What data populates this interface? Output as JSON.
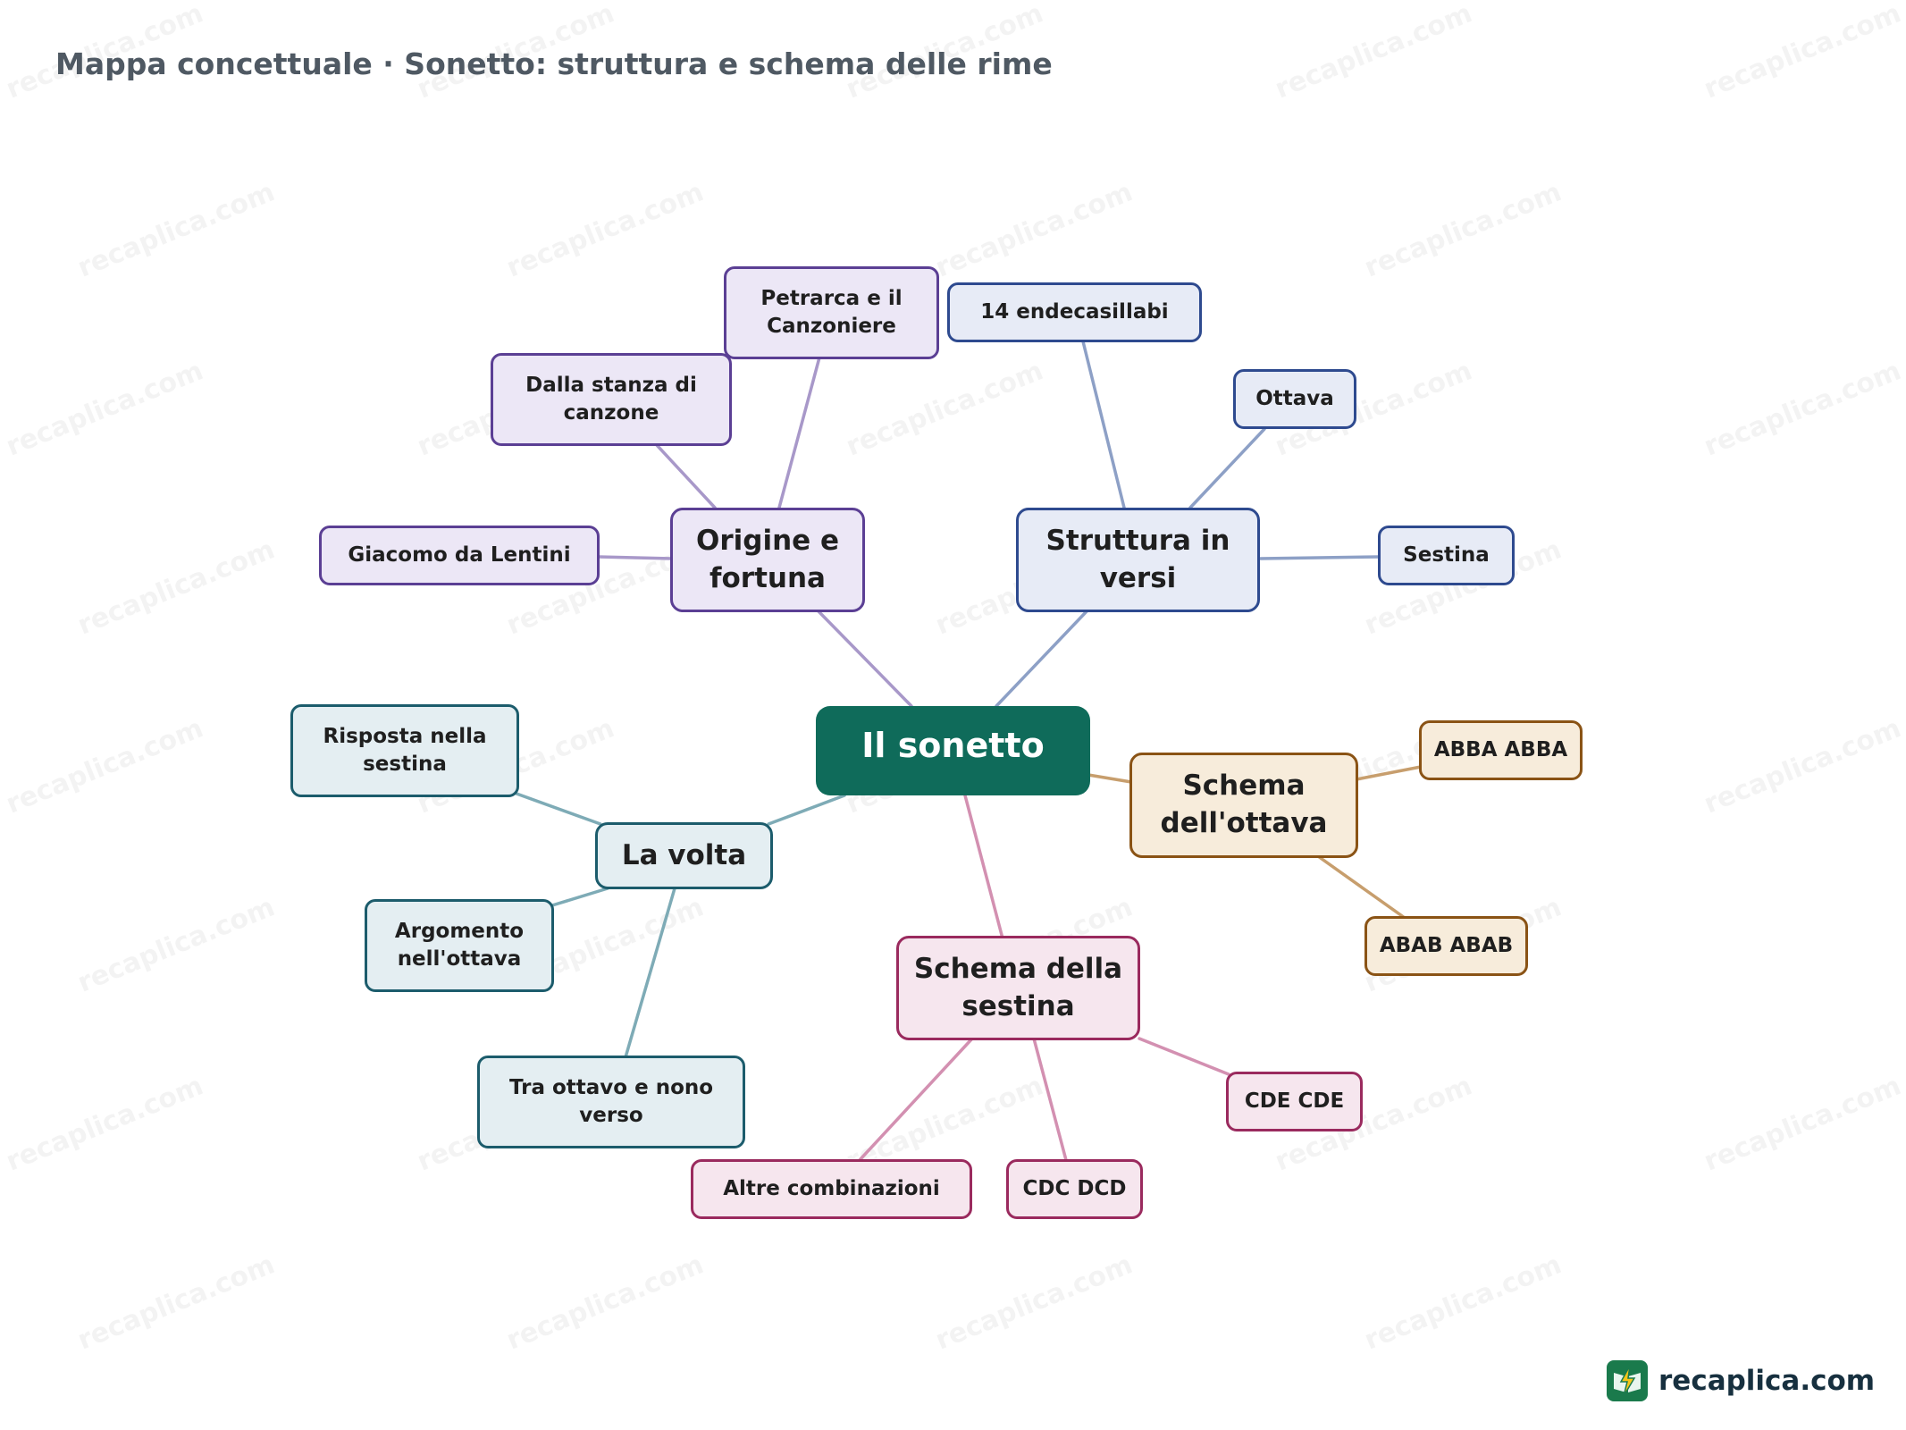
{
  "title": "Mappa concettuale · Sonetto: struttura e schema delle rime",
  "watermark": "recaplica.com",
  "logo": {
    "text": "recaplica.com",
    "accent": "#1a7a4c",
    "bolt": "#f5c518"
  },
  "colors": {
    "root": "#0f6b5a",
    "purple_edge": "#a898c9",
    "blue_edge": "#8da0c6",
    "teal_edge": "#7eabb6",
    "pink_edge": "#d390b1",
    "orange_edge": "#c79e6d"
  },
  "root": {
    "label": "Il sonetto"
  },
  "branches": {
    "origine": {
      "label": "Origine e fortuna",
      "leaves": [
        "Giacomo da Lentini",
        "Dalla stanza di canzone",
        "Petrarca e il Canzoniere"
      ]
    },
    "struttura": {
      "label": "Struttura in versi",
      "leaves": [
        "14 endecasillabi",
        "Ottava",
        "Sestina"
      ]
    },
    "volta": {
      "label": "La volta",
      "leaves": [
        "Risposta nella sestina",
        "Argomento nell'ottava",
        "Tra ottavo e nono verso"
      ]
    },
    "ottava": {
      "label": "Schema dell'ottava",
      "leaves": [
        "ABBA ABBA",
        "ABAB ABAB"
      ]
    },
    "sestina": {
      "label": "Schema della sestina",
      "leaves": [
        "CDE CDE",
        "CDC DCD",
        "Altre combinazioni"
      ]
    }
  }
}
